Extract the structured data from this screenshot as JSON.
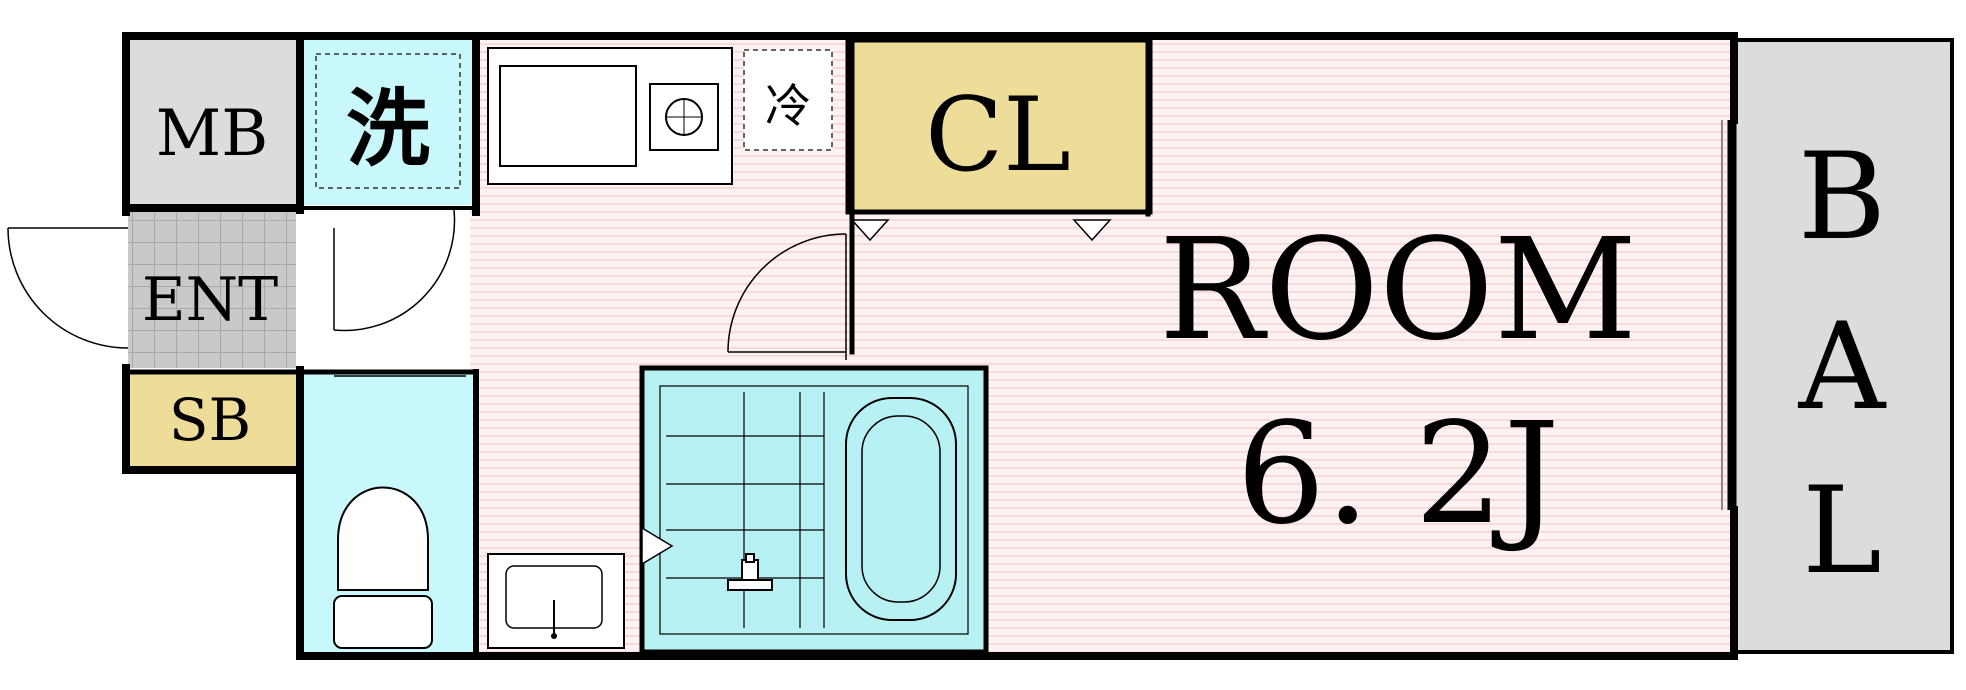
{
  "rooms": {
    "mb": {
      "label": "MB",
      "color": "#dcdcdc"
    },
    "washer": {
      "label": "洗",
      "color": "#c8f8fb"
    },
    "fridge": {
      "label": "冷"
    },
    "closet": {
      "label": "CL",
      "color": "#eedd99"
    },
    "room": {
      "label_line1": "ROOM",
      "label_line2": "6. 2J",
      "color": "#fbeaea"
    },
    "entrance": {
      "label": "ENT",
      "color": "#c9c9c9"
    },
    "shoe_box": {
      "label": "SB",
      "color": "#eedd99"
    },
    "balcony": {
      "label_letters": [
        "B",
        "A",
        "L"
      ],
      "color": "#dcdcdc"
    },
    "bath": {
      "color": "#b8f1f3"
    },
    "toilet": {
      "color": "#c8f8fb"
    }
  },
  "colors": {
    "wall": "#000000",
    "floor_stripe": "#f6c9c9"
  }
}
